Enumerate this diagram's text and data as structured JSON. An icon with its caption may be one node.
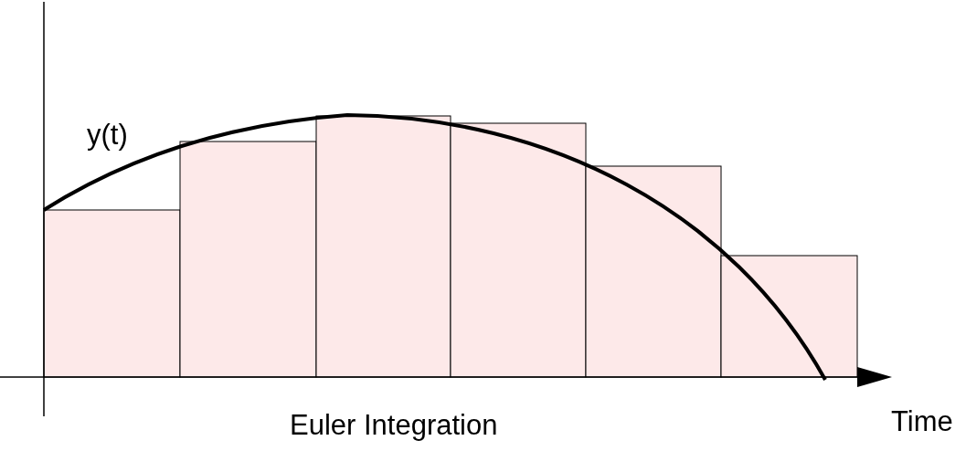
{
  "diagram": {
    "caption": "Euler Integration",
    "labels": [
      "y(t)",
      "Time"
    ]
  }
}
